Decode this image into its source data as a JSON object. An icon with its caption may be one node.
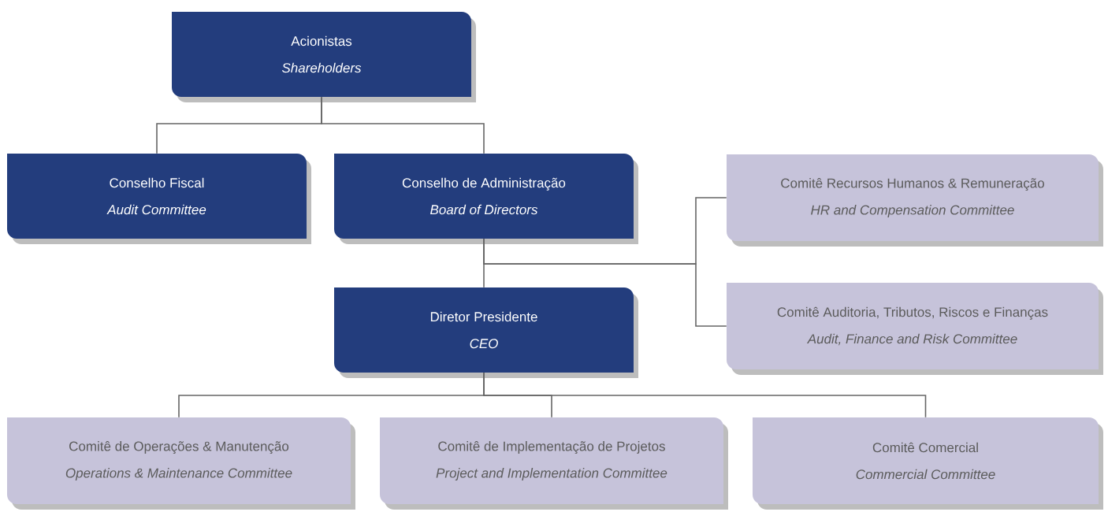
{
  "diagram": {
    "nodes": [
      {
        "text": [
          "Acionistas",
          "Shareholders"
        ]
      },
      {
        "text": [
          "Conselho Fiscal",
          "Audit Committee"
        ]
      },
      {
        "text": [
          "Conselho de Administração",
          "Board of Directors"
        ]
      },
      {
        "text": [
          "Diretor Presidente",
          "CEO"
        ]
      },
      {
        "text": [
          "Comitê Recursos Humanos & Remuneração",
          "HR and Compensation Committee"
        ]
      },
      {
        "text": [
          "Comitê Auditoria, Tributos, Riscos e Finanças",
          "Audit, Finance and Risk Committee"
        ]
      },
      {
        "text": [
          "Comitê de Operações & Manutenção",
          "Operations & Maintenance Committee"
        ]
      },
      {
        "text": [
          "Comitê de Implementação de Projetos",
          "Project and Implementation Committee"
        ]
      },
      {
        "text": [
          "Comitê Comercial",
          "Commercial Committee"
        ]
      }
    ],
    "edges": [
      {
        "from": 0,
        "to": 1,
        "arrow": "none"
      },
      {
        "from": 0,
        "to": 2,
        "arrow": "none"
      },
      {
        "from": 2,
        "to": 3,
        "arrow": "none"
      },
      {
        "from": 2,
        "to": 4,
        "arrow": "none"
      },
      {
        "from": 2,
        "to": 5,
        "arrow": "none"
      },
      {
        "from": 3,
        "to": 6,
        "arrow": "none"
      },
      {
        "from": 3,
        "to": 7,
        "arrow": "none"
      },
      {
        "from": 3,
        "to": 8,
        "arrow": "none"
      }
    ]
  }
}
